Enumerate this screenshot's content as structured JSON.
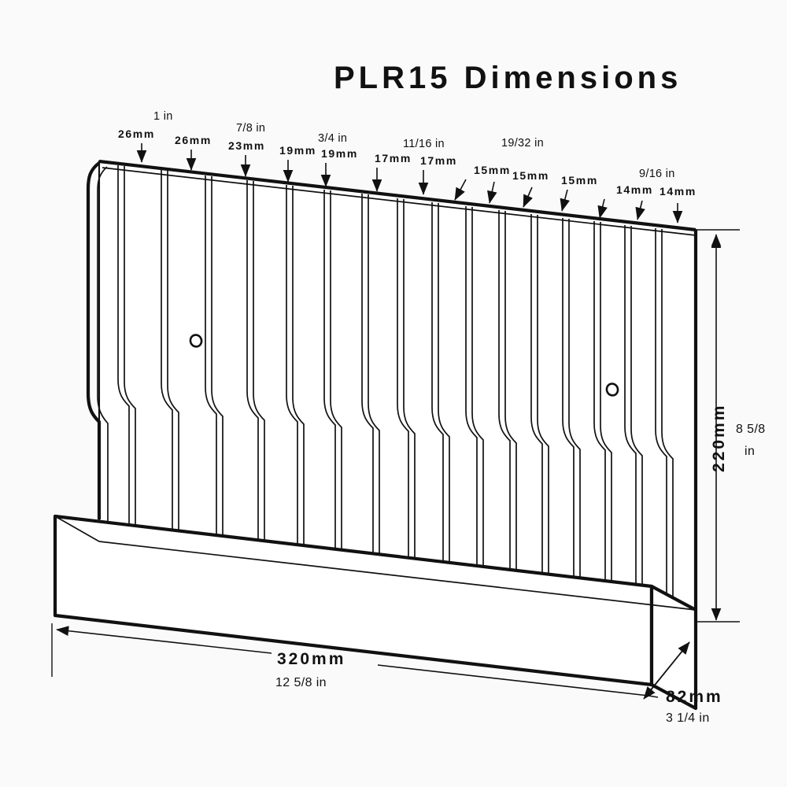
{
  "title": "PLR15 Dimensions",
  "background_color": "#fafafa",
  "line_color": "#111111",
  "fill_color": "#ffffff",
  "product": "PLR15",
  "slot_labels": [
    {
      "mm": "26mm",
      "inch": "1 in",
      "inch_above": true
    },
    {
      "mm": "26mm",
      "inch": "",
      "inch_above": false
    },
    {
      "mm": "23mm",
      "inch": "7/8 in",
      "inch_above": true
    },
    {
      "mm": "19mm",
      "inch": "",
      "inch_above": false
    },
    {
      "mm": "19mm",
      "inch": "3/4 in",
      "inch_above": true
    },
    {
      "mm": "17mm",
      "inch": "",
      "inch_above": false
    },
    {
      "mm": "17mm",
      "inch": "11/16 in",
      "inch_above": true
    },
    {
      "mm": "15mm",
      "inch": "",
      "inch_above": false
    },
    {
      "mm": "15mm",
      "inch": "19/32 in",
      "inch_above": true
    },
    {
      "mm": "15mm",
      "inch": "",
      "inch_above": false
    },
    {
      "mm": "14mm",
      "inch": "",
      "inch_above": false
    },
    {
      "mm": "14mm",
      "inch": "9/16 in",
      "inch_above": true
    }
  ],
  "overall": {
    "width_mm": "320mm",
    "width_in": "12 5/8 in",
    "height_mm": "220mm",
    "height_in_line1": "8 5/8",
    "height_in_line2": "in",
    "depth_mm": "82mm",
    "depth_in": "3 1/4 in"
  },
  "icons": {
    "arrow": "down-arrow-icon",
    "double_arrow": "double-headed-arrow-icon"
  }
}
